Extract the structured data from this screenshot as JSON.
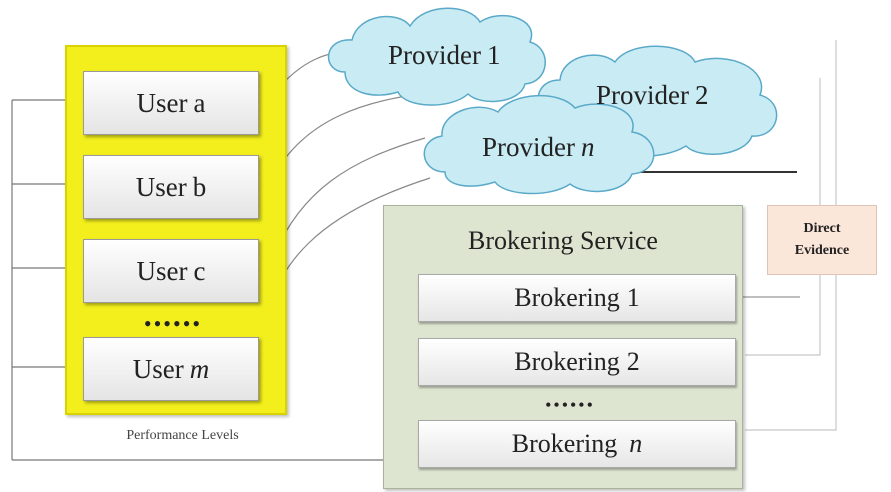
{
  "users": {
    "caption": "Performance Levels",
    "items": [
      {
        "prefix": "User",
        "name": "a",
        "italic": false
      },
      {
        "prefix": "User",
        "name": "b",
        "italic": false
      },
      {
        "prefix": "User",
        "name": "c",
        "italic": false
      },
      {
        "prefix": "User",
        "name": "m",
        "italic": true
      }
    ],
    "dots": "••••••"
  },
  "providers": [
    {
      "prefix": "Provider",
      "name": "1",
      "italic": false
    },
    {
      "prefix": "Provider",
      "name": "2",
      "italic": false
    },
    {
      "prefix": "Provider",
      "name": "n",
      "italic": true
    }
  ],
  "broker": {
    "title": "Brokering Service",
    "items": [
      {
        "prefix": "Brokering",
        "name": "1",
        "italic": false
      },
      {
        "prefix": "Brokering",
        "name": "2",
        "italic": false
      },
      {
        "prefix": "Brokering",
        "name": "n",
        "italic": true
      }
    ],
    "dots": "••••••"
  },
  "evidence": {
    "line1": "Direct",
    "line2": "Evidence"
  },
  "colors": {
    "users_panel": "#f2ef1c",
    "cloud_fill": "#c9ecf4",
    "cloud_stroke": "#5aa9c8",
    "broker_panel": "#dde5d0",
    "evidence_box": "#fbe6da"
  }
}
